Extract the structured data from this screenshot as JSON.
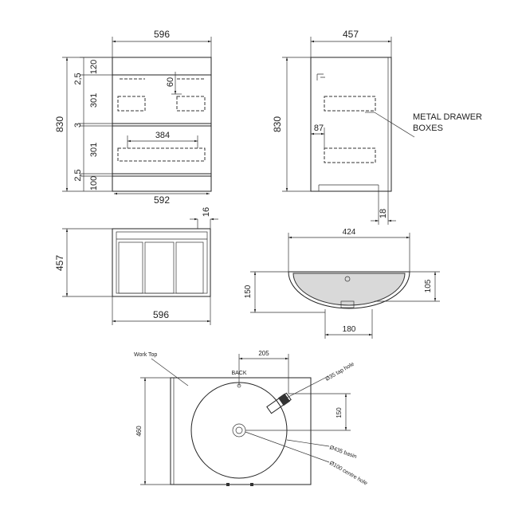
{
  "front_view": {
    "width_top": "596",
    "width_bottom": "592",
    "height_total": "830",
    "dims_left": [
      "2,5",
      "120",
      "301",
      "3",
      "301",
      "2,5",
      "100"
    ],
    "handle_height": "60",
    "handle_width": "384"
  },
  "side_view": {
    "depth": "457",
    "height": "830",
    "drawer_offset": "87",
    "foot_offset": "18",
    "callout": [
      "METAL DRAWER",
      "BOXES"
    ]
  },
  "top_view": {
    "depth": "457",
    "width": "596",
    "edge": "16"
  },
  "basin_section": {
    "width": "424",
    "height_total": "150",
    "height_bowl": "105",
    "base_width": "180"
  },
  "basin_plan": {
    "work_top_label": "Work Top",
    "back_label": "BACK",
    "offset_205": "205",
    "offset_150": "150",
    "height_460": "460",
    "tap_hole": "Ø35 tap hole",
    "basin_dia": "Ø435 basin",
    "centre_hole": "Ø100 centre hole"
  }
}
